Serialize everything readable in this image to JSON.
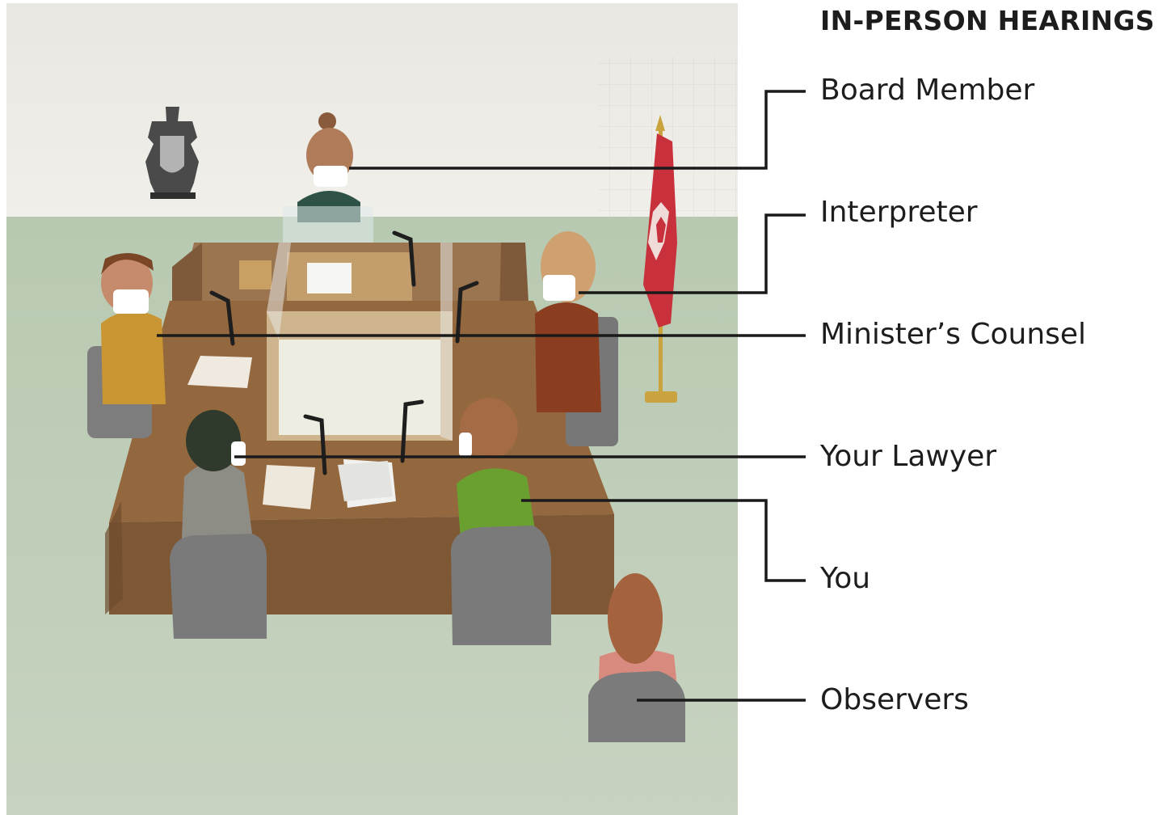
{
  "title": "IN-PERSON HEARINGS",
  "legend": [
    {
      "label": "Board Member"
    },
    {
      "label": "Interpreter"
    },
    {
      "label": "Minister’s Counsel"
    },
    {
      "label": "Your Lawyer"
    },
    {
      "label": "You"
    },
    {
      "label": "Observers"
    }
  ],
  "colors": {
    "wall": "#eeece6",
    "floor": "#bfcfb8",
    "table": "#8a6442",
    "chair": "#7b7b7b",
    "flag_red": "#c8313b",
    "leader_line": "#1a1a1a"
  }
}
